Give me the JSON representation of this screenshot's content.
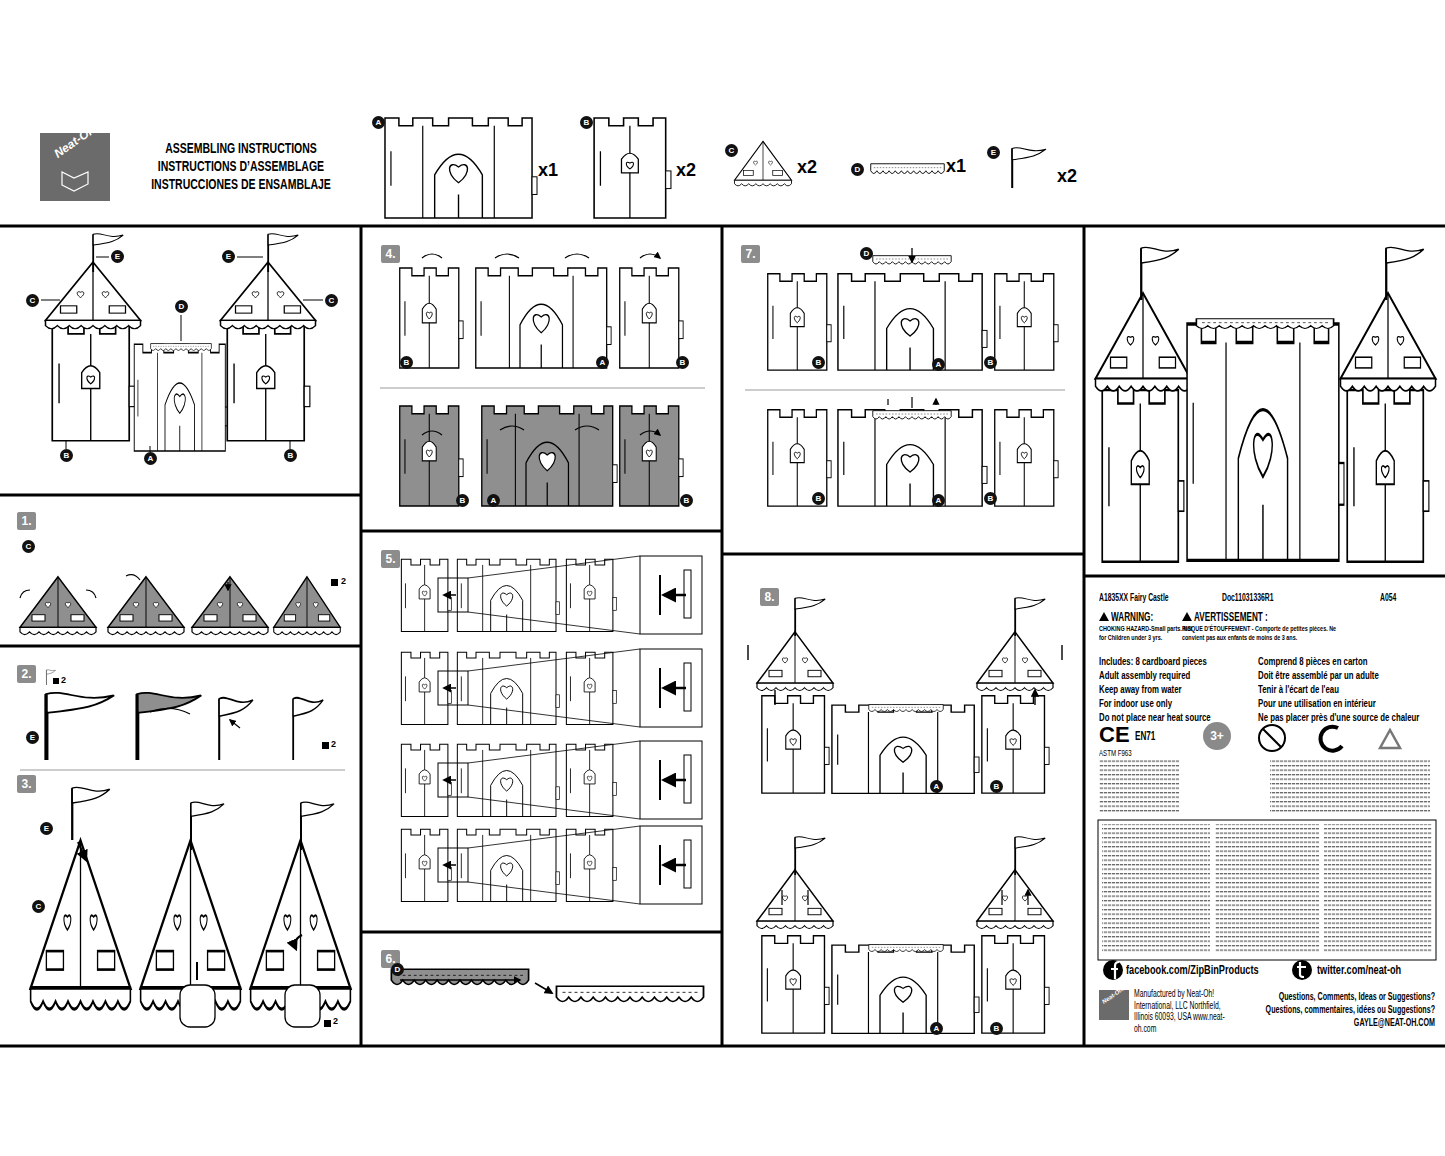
{
  "diagram": {
    "nodes": [
      {
        "text": [
          "A"
        ]
      },
      {
        "text": [
          "B"
        ]
      },
      {
        "text": [
          "C"
        ]
      },
      {
        "text": [
          "D"
        ]
      },
      {
        "text": [
          "E"
        ]
      },
      {
        "text": [
          "E"
        ]
      },
      {
        "text": [
          "E"
        ]
      },
      {
        "text": [
          "C"
        ]
      },
      {
        "text": [
          "C"
        ]
      },
      {
        "text": [
          "D"
        ]
      },
      {
        "text": [
          "B"
        ]
      },
      {
        "text": [
          "A"
        ]
      },
      {
        "text": [
          "B"
        ]
      },
      {
        "text": [
          "1."
        ]
      },
      {
        "text": [
          "C"
        ]
      },
      {
        "text": [
          "2."
        ]
      },
      {
        "text": [
          "E"
        ]
      },
      {
        "text": [
          "3."
        ]
      },
      {
        "text": [
          "E"
        ]
      },
      {
        "text": [
          "C"
        ]
      },
      {
        "text": [
          "4."
        ]
      },
      {
        "text": [
          "B"
        ]
      },
      {
        "text": [
          "A"
        ]
      },
      {
        "text": [
          "B"
        ]
      },
      {
        "text": [
          "B"
        ]
      },
      {
        "text": [
          "A"
        ]
      },
      {
        "text": [
          "B"
        ]
      },
      {
        "text": [
          "5."
        ]
      },
      {
        "text": [
          "6."
        ]
      },
      {
        "text": [
          "D"
        ]
      },
      {
        "text": [
          "7."
        ]
      },
      {
        "text": [
          "D"
        ]
      },
      {
        "text": [
          "B"
        ]
      },
      {
        "text": [
          "A"
        ]
      },
      {
        "text": [
          "B"
        ]
      },
      {
        "text": [
          "B"
        ]
      },
      {
        "text": [
          "A"
        ]
      },
      {
        "text": [
          "B"
        ]
      },
      {
        "text": [
          "8."
        ]
      },
      {
        "text": [
          "A"
        ]
      },
      {
        "text": [
          "B"
        ]
      },
      {
        "text": [
          "A"
        ]
      },
      {
        "text": [
          "B"
        ]
      },
      {
        "text": [
          "3+"
        ]
      }
    ],
    "labels": [
      "Neat-Oh!",
      "ASSEMBLING INSTRUCTIONS",
      "INSTRUCTIONS D’ASSEMBLAGE",
      "INSTRUCCIONES DE ENSAMBLAJE",
      "x1",
      "x2",
      "x2",
      "x1",
      "x2",
      "2",
      "2",
      "2",
      "2",
      "A1835XX Fairy Castle",
      "Doc11031336R1",
      "A054",
      "WARNING:",
      "CHOKING HAZARD-Small parts. Not for Children under 3 yrs.",
      "AVERTISSEMENT :",
      "RISQUE D'ÉTOUFFEMENT - Comporte de petites pièces. Ne convient pas aux enfants de moins de 3 ans.",
      "Includes: 8 cardboard pieces",
      "Adult assembly required",
      "Keep away from water",
      "For indoor use only",
      "Do not place near heat source",
      "Comprend 8 pièces en carton",
      "Doit être assemblé par un adulte",
      "Tenir à l'écart de l'eau",
      "Pour une utilisation en intérieur",
      "Ne pas placer près d'une source de chaleur",
      "CE",
      "EN71",
      "ASTM F963",
      "facebook.com/ZipBinProducts",
      "twitter.com/neat-oh",
      "Neat-Oh!",
      "Manufactured by Neat-Oh! International, LLC Northfield, Illinois 60093, USA www.neat-oh.com",
      "Questions, Comments, Ideas or Suggestions?",
      "Questions, commentaires, idées ou Suggestions?",
      "GAYLE@NEAT-OH.COM"
    ]
  }
}
